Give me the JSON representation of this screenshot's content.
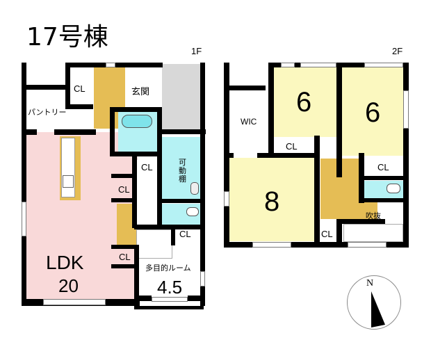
{
  "title": "17号棟",
  "floor1": {
    "label": "1F",
    "rooms": {
      "ldk": {
        "name": "LDK",
        "size": "20"
      },
      "genkan": "玄関",
      "pantry": "パントリー",
      "multi_room": {
        "name": "多目的ルーム",
        "size": "4.5"
      },
      "shelf": "可動棚",
      "closets": [
        "CL",
        "CL",
        "CL",
        "CL",
        "CL"
      ]
    }
  },
  "floor2": {
    "label": "2F",
    "rooms": {
      "bedroom_a": "6",
      "bedroom_b": "6",
      "bedroom_c": "8",
      "wic": "WIC",
      "fukinuke": "吹抜",
      "closets": [
        "CL",
        "CL",
        "CL"
      ]
    }
  },
  "compass": {
    "label": "N"
  },
  "colors": {
    "ldk": "#f9d9d9",
    "bedroom": "#fbf8bf",
    "hall": "#e5bd55",
    "wet": "#b5f2f4",
    "entry": "#d8d8d8",
    "wall": "#000000"
  }
}
